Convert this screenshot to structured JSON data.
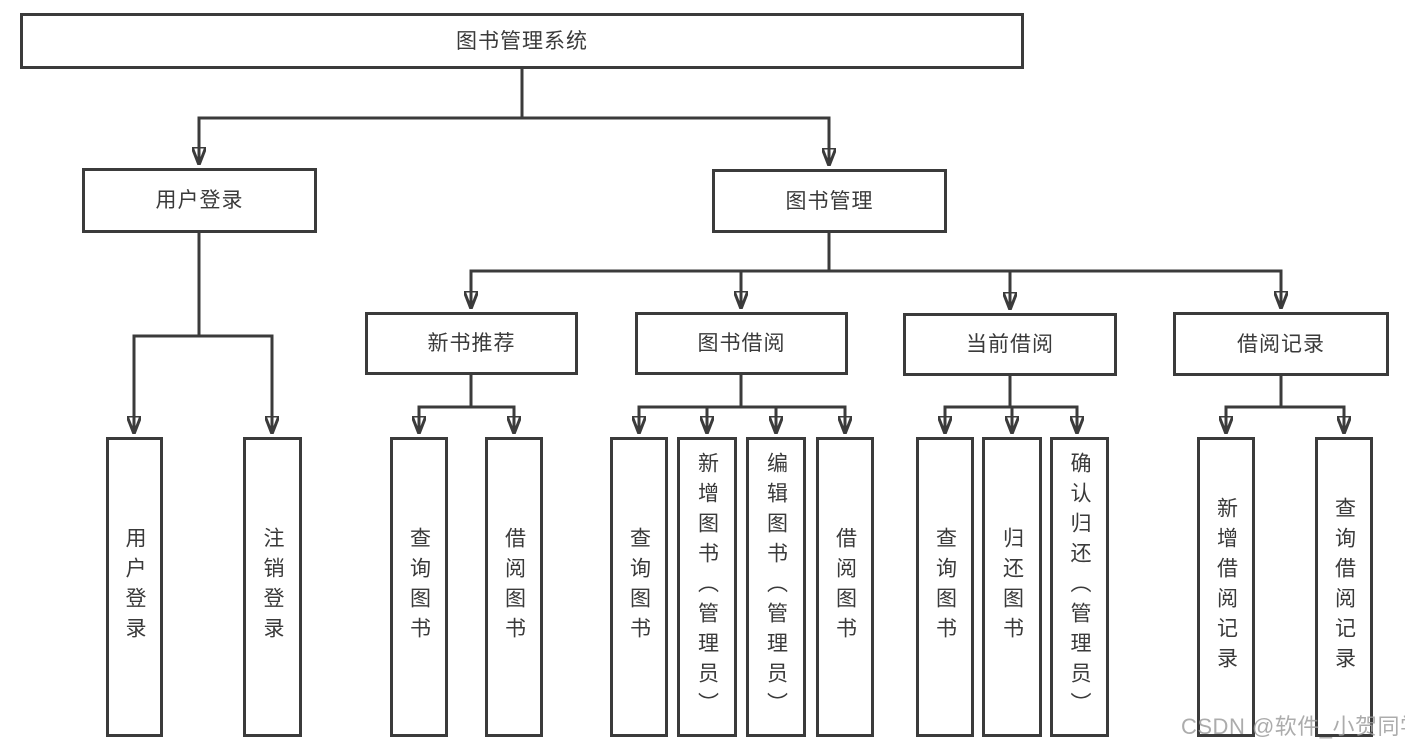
{
  "diagram": {
    "type": "tree-functional-structure",
    "colors": {
      "line": "#3b3b3b",
      "text": "#3a3a3a",
      "background": "#ffffff",
      "watermark": "#9e9e9e"
    }
  },
  "tree": {
    "label": "图书管理系统",
    "children": [
      {
        "label": "用户登录",
        "children": [
          {
            "label": "用户登录"
          },
          {
            "label": "注销登录"
          }
        ]
      },
      {
        "label": "图书管理",
        "children": [
          {
            "label": "新书推荐",
            "children": [
              {
                "label": "查询图书"
              },
              {
                "label": "借阅图书"
              }
            ]
          },
          {
            "label": "图书借阅",
            "children": [
              {
                "label": "查询图书"
              },
              {
                "label": "新增图书（管理员）"
              },
              {
                "label": "编辑图书（管理员）"
              },
              {
                "label": "借阅图书"
              }
            ]
          },
          {
            "label": "当前借阅",
            "children": [
              {
                "label": "查询图书"
              },
              {
                "label": "归还图书"
              },
              {
                "label": "确认归还（管理员）"
              }
            ]
          },
          {
            "label": "借阅记录",
            "children": [
              {
                "label": "新增借阅记录"
              },
              {
                "label": "查询借阅记录"
              }
            ]
          }
        ]
      }
    ]
  },
  "watermark": {
    "text": "CSDN @软件_小贺同学"
  }
}
